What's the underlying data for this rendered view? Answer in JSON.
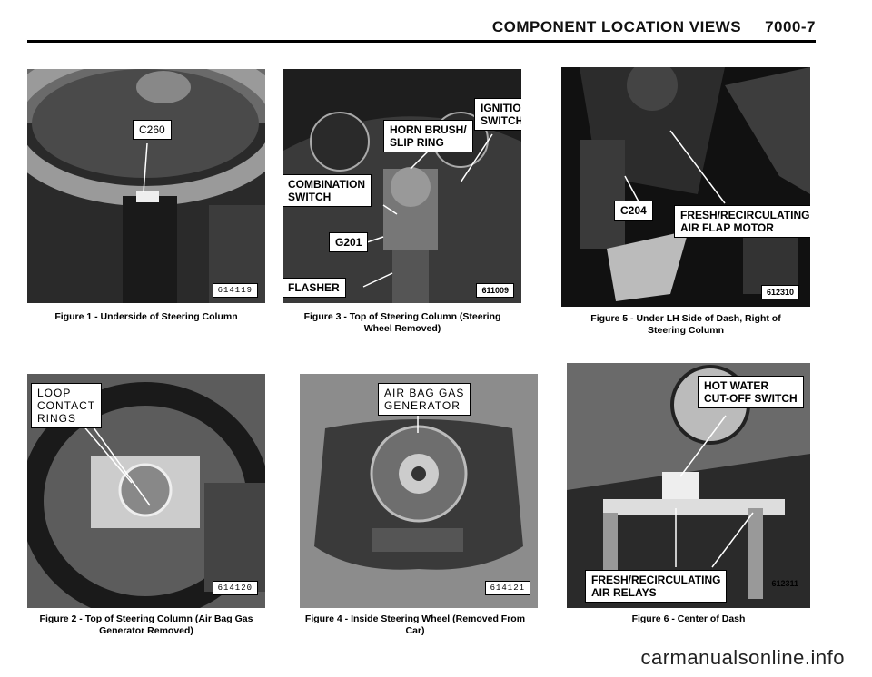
{
  "header": {
    "title": "COMPONENT LOCATION VIEWS",
    "page": "7000-7"
  },
  "figures": {
    "fig1": {
      "code": "614119",
      "labels": [
        "C260"
      ],
      "caption": "Figure 1 - Underside of Steering Column"
    },
    "fig3": {
      "code": "611009",
      "labels": [
        "IGNITION\nSWITCH",
        "HORN BRUSH/\nSLIP RING",
        "COMBINATION\nSWITCH",
        "G201",
        "FLASHER"
      ],
      "caption": "Figure 3 - Top of Steering Column (Steering\nWheel Removed)"
    },
    "fig5": {
      "code": "612310",
      "labels": [
        "C204",
        "FRESH/RECIRCULATING\nAIR FLAP MOTOR"
      ],
      "caption": "Figure 5 - Under LH Side of Dash, Right of\nSteering Column"
    },
    "fig2": {
      "code": "614120",
      "labels": [
        "LOOP\nCONTACT\nRINGS"
      ],
      "caption": "Figure 2 - Top of Steering Column (Air Bag Gas\nGenerator Removed)"
    },
    "fig4": {
      "code": "614121",
      "labels": [
        "AIR BAG GAS\nGENERATOR"
      ],
      "caption": "Figure 4 - Inside Steering Wheel (Removed From\nCar)"
    },
    "fig6": {
      "code": "612311",
      "labels": [
        "HOT WATER\nCUT-OFF SWITCH",
        "FRESH/RECIRCULATING\nAIR RELAYS"
      ],
      "caption": "Figure 6 - Center of Dash"
    }
  },
  "watermark": "carmanualsonline.info"
}
